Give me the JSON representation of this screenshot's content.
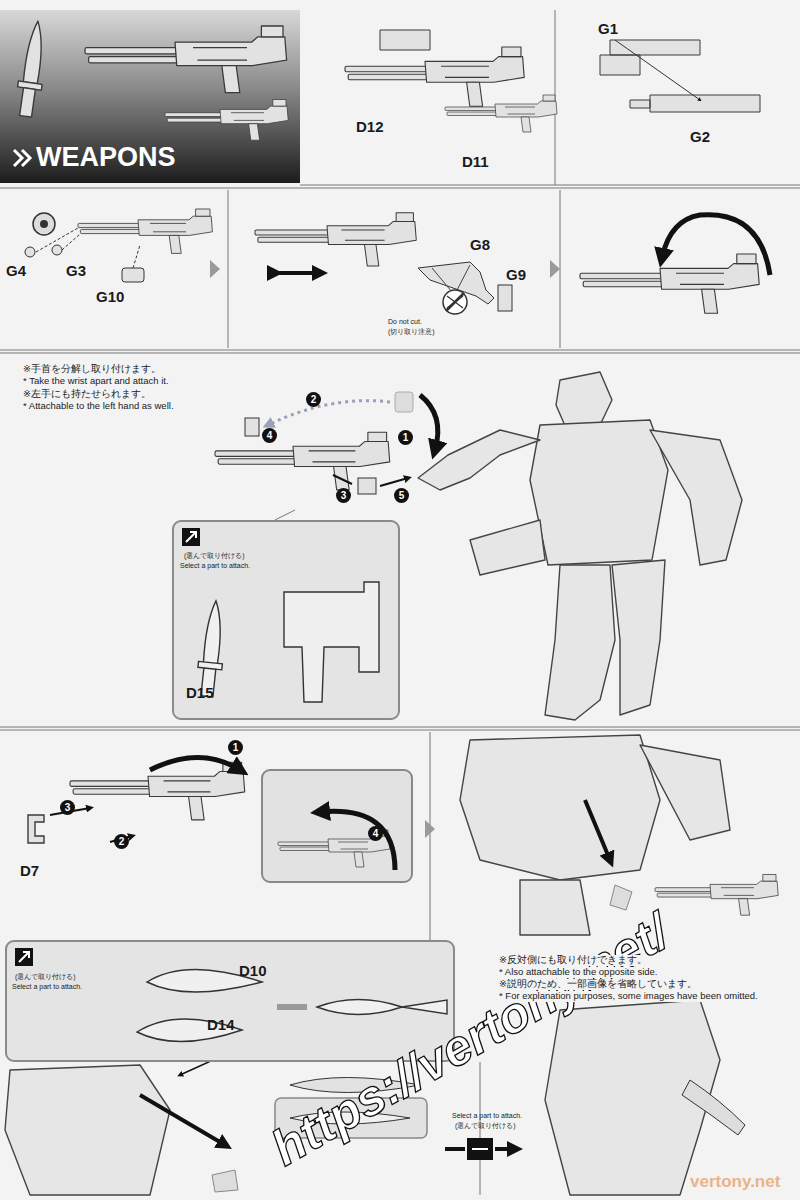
{
  "diagram": {
    "title": "WEAPONS",
    "nodes": [
      {
        "text": [
          "(選んで取り付ける)",
          "Select a part to attach.",
          "D15"
        ]
      },
      {
        "text": [
          "(選んで取り付ける)",
          "Select a part to attach.",
          "D10",
          "D14"
        ]
      }
    ],
    "labels": [
      "D12",
      "D11",
      "G1",
      "G2",
      "G4",
      "G3",
      "G10",
      "G8",
      "G9",
      "Do not cut.",
      "(切り取り注意)",
      "※手首を分解し取り付けます。",
      "* Take the wrist apart and attach it.",
      "※左手にも持たせられます。",
      "* Attachable to the left hand as well.",
      "2",
      "1",
      "4",
      "3",
      "5",
      "1",
      "3",
      "2",
      "4",
      "D7",
      "※反対側にも取り付けできます。",
      "* Also attachable to the opposite side.",
      "※説明のため、一部画像を省略しています。",
      "* For explanation purposes, some images have been omitted.",
      "D7",
      "Select a part to attach.",
      "(選んで取り付ける)",
      "https://vertony.net/",
      "vertony.net"
    ]
  }
}
